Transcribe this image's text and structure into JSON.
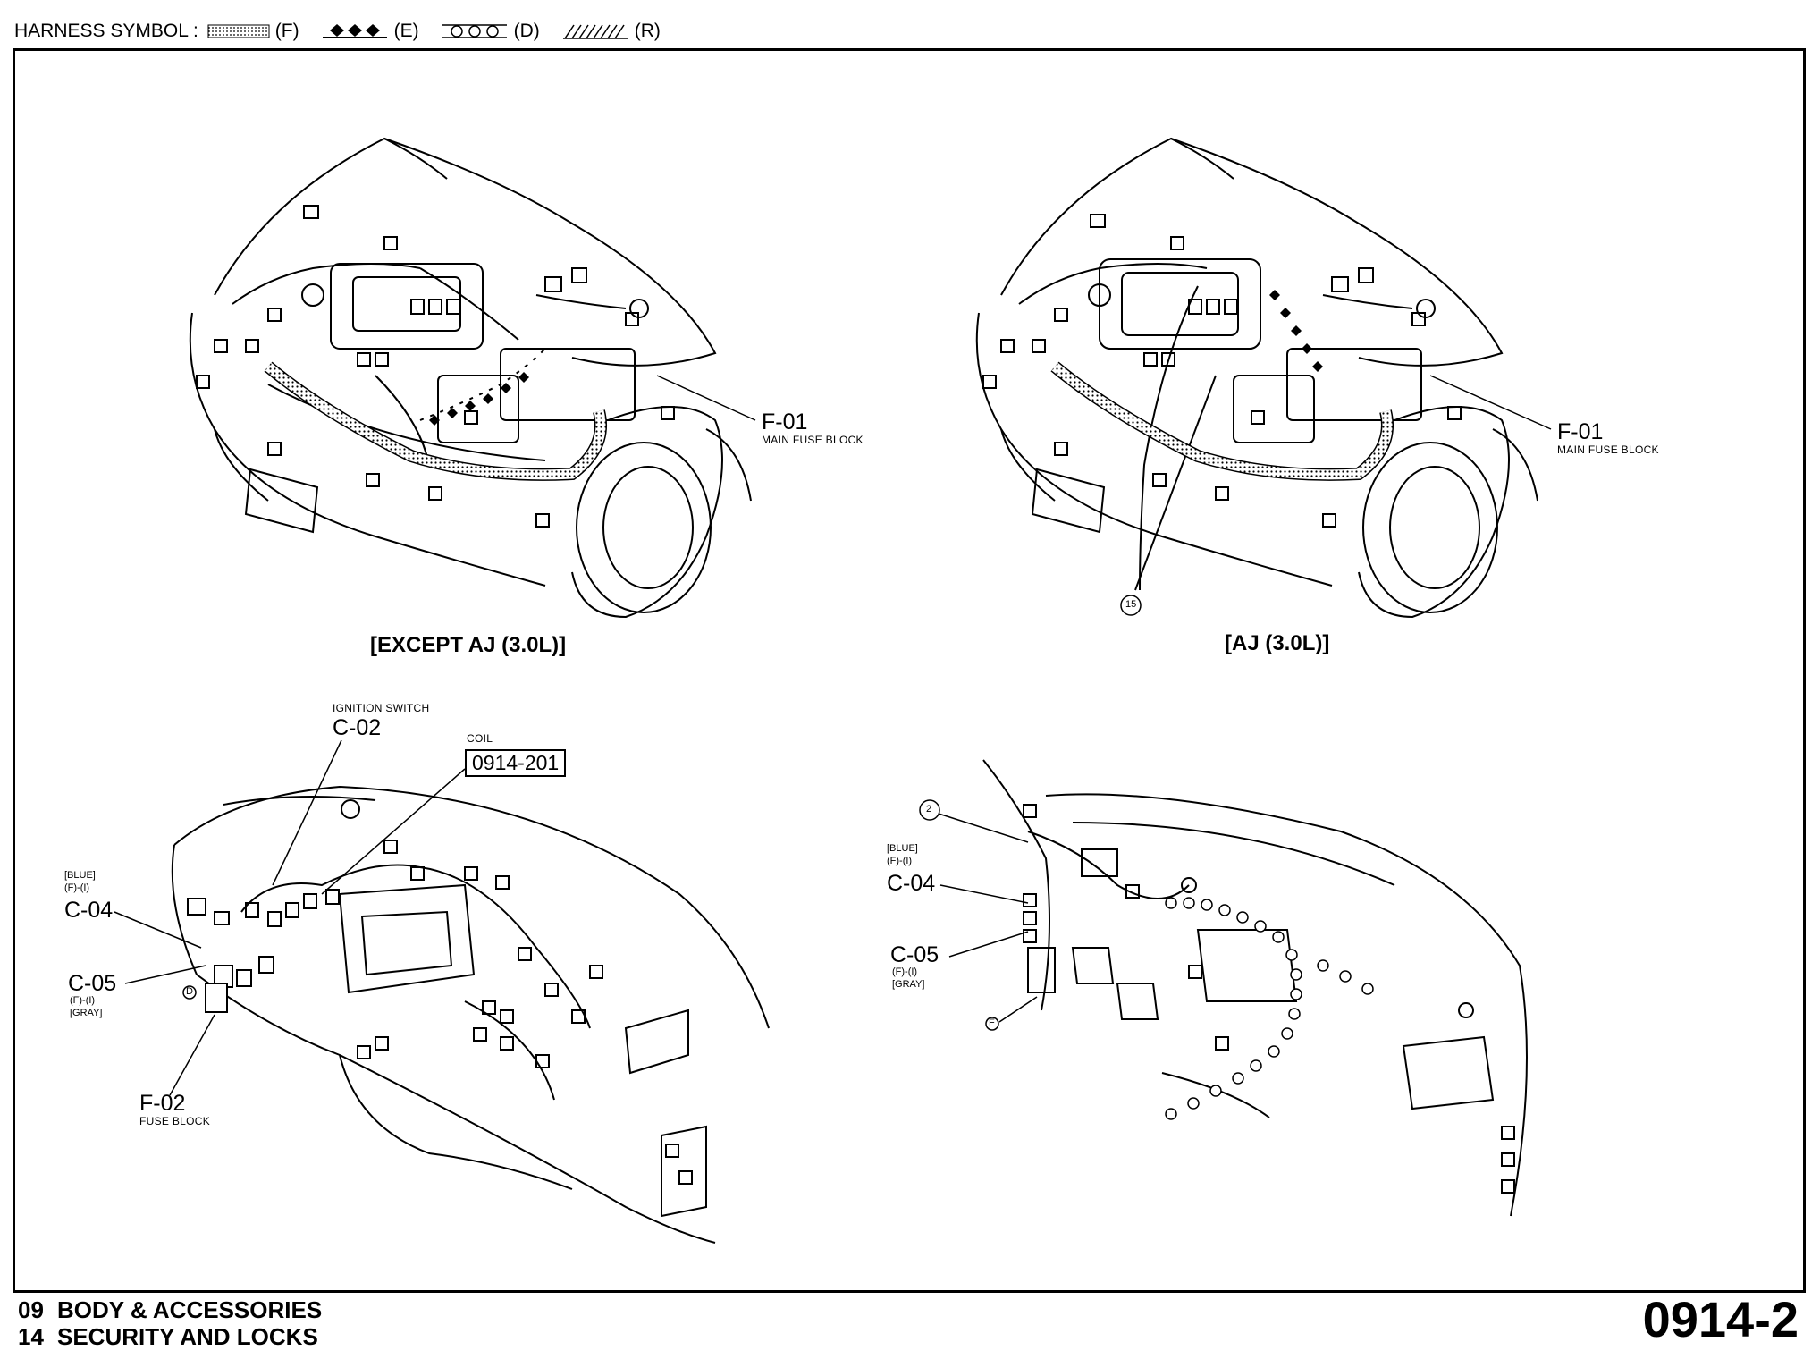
{
  "header": {
    "label": "HARNESS SYMBOL :",
    "symbols": [
      {
        "code": "(F)",
        "icon": "dotted-band-icon"
      },
      {
        "code": "(E)",
        "icon": "diamond-chain-icon"
      },
      {
        "code": "(D)",
        "icon": "circle-chain-icon"
      },
      {
        "code": "(R)",
        "icon": "hatched-band-icon"
      }
    ]
  },
  "views": {
    "top_left_title": "[EXCEPT AJ (3.0L)]",
    "top_right_title": "[AJ (3.0L)]"
  },
  "callouts": {
    "f01_left": {
      "code": "F-01",
      "desc": "MAIN FUSE BLOCK"
    },
    "f01_right": {
      "code": "F-01",
      "desc": "MAIN FUSE BLOCK"
    },
    "ground_15": "15",
    "ignition": {
      "desc": "IGNITION SWITCH",
      "code": "C-02"
    },
    "coil": {
      "desc": "COIL",
      "ref": "0914-201"
    },
    "c04_left": {
      "color": "[BLUE]",
      "type": "(F)-(I)",
      "code": "C-04"
    },
    "c05_left": {
      "code": "C-05",
      "type": "(F)-(I)",
      "color": "[GRAY]"
    },
    "f02": {
      "code": "F-02",
      "desc": "FUSE BLOCK"
    },
    "d_marker": "D",
    "c04_right": {
      "color": "[BLUE]",
      "type": "(F)-(I)",
      "code": "C-04"
    },
    "c05_right": {
      "code": "C-05",
      "type": "(F)-(I)",
      "color": "[GRAY]"
    },
    "marker_2": "2",
    "marker_f": "F"
  },
  "footer": {
    "line1_num": "09",
    "line1_text": "BODY & ACCESSORIES",
    "line2_num": "14",
    "line2_text": "SECURITY AND LOCKS",
    "page": "0914-2"
  }
}
